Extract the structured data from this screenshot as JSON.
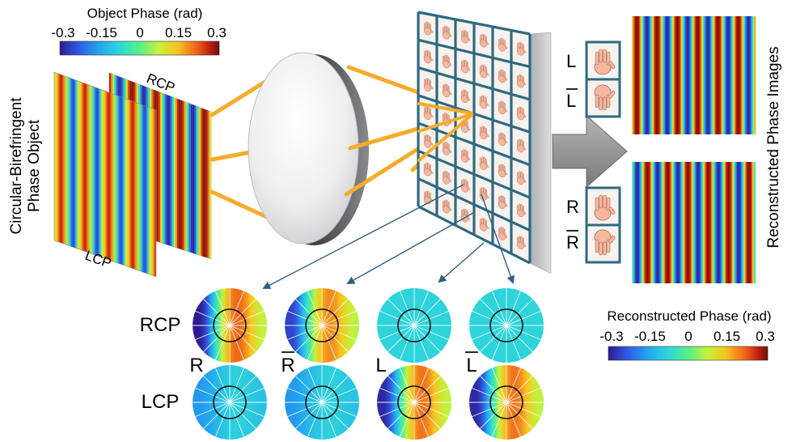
{
  "object_colorbar": {
    "title": "Object Phase (rad)",
    "ticks": [
      "-0.3",
      "-0.15",
      "0",
      "0.15",
      "0.3"
    ]
  },
  "recon_colorbar": {
    "title": "Reconstructed Phase (rad)",
    "ticks": [
      "-0.3",
      "-0.15",
      "0",
      "0.15",
      "0.3"
    ]
  },
  "object": {
    "side_label": [
      "Circular-Birefringent",
      "Phase Object"
    ],
    "rcp_label": "RCP",
    "lcp_label": "LCP"
  },
  "reconstructed_label": "Reconstructed Phase Images",
  "mask_labels": {
    "L": "L",
    "L_bar": "L",
    "R": "R",
    "R_bar": "R"
  },
  "pupils": {
    "row_labels": [
      "RCP",
      "LCP"
    ],
    "column_labels": [
      "R",
      "R",
      "L",
      "L"
    ],
    "column_bar": [
      false,
      true,
      false,
      true
    ]
  },
  "colormap": [
    "#2e1a8c",
    "#3155e0",
    "#22a8f0",
    "#2fd8d8",
    "#54f08a",
    "#c4f23c",
    "#f7c31f",
    "#f0611a",
    "#c01f12",
    "#6e0f0b"
  ]
}
